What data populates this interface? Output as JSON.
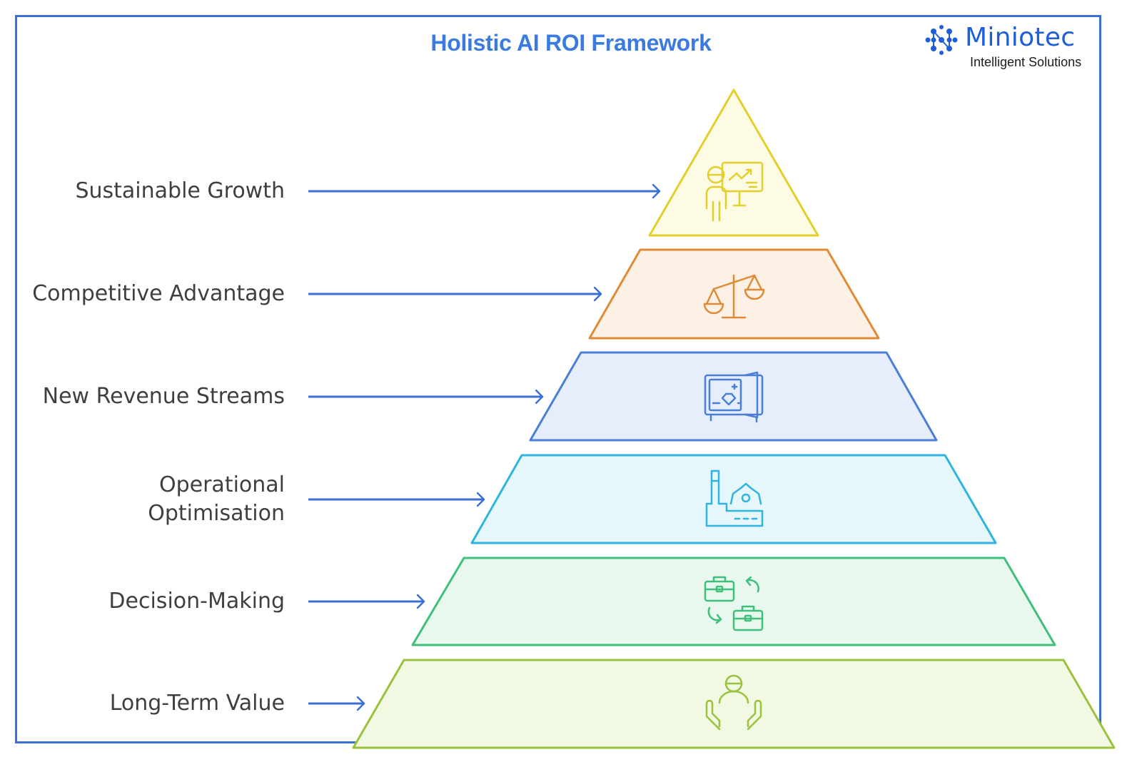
{
  "title": "Holistic AI ROI Framework",
  "brand": {
    "name": "Miniotec",
    "tagline": "Intelligent Solutions",
    "color": "#1f5fd6"
  },
  "levels": [
    {
      "label": "Sustainable Growth",
      "icon": "presenter-chart-icon",
      "stroke": "#e3cf2b",
      "fill": "#fdfbe4"
    },
    {
      "label": "Competitive Advantage",
      "icon": "balance-scale-icon",
      "stroke": "#e08a36",
      "fill": "#fdf1e6"
    },
    {
      "label": "New Revenue Streams",
      "icon": "vault-gem-icon",
      "stroke": "#4a7fd8",
      "fill": "#e6eefb"
    },
    {
      "label": "Operational\nOptimisation",
      "icon": "factory-gear-icon",
      "stroke": "#2fb3df",
      "fill": "#e6f7fc"
    },
    {
      "label": "Decision-Making",
      "icon": "briefcase-exchange-icon",
      "stroke": "#3fbf7a",
      "fill": "#e8f8ef"
    },
    {
      "label": "Long-Term Value",
      "icon": "hands-person-icon",
      "stroke": "#9ac23f",
      "fill": "#f2f9e2"
    }
  ],
  "colors": {
    "frame": "#3b6fd4",
    "title": "#3b7be0",
    "arrow": "#3b6fd4",
    "label": "#3f3f3f"
  }
}
